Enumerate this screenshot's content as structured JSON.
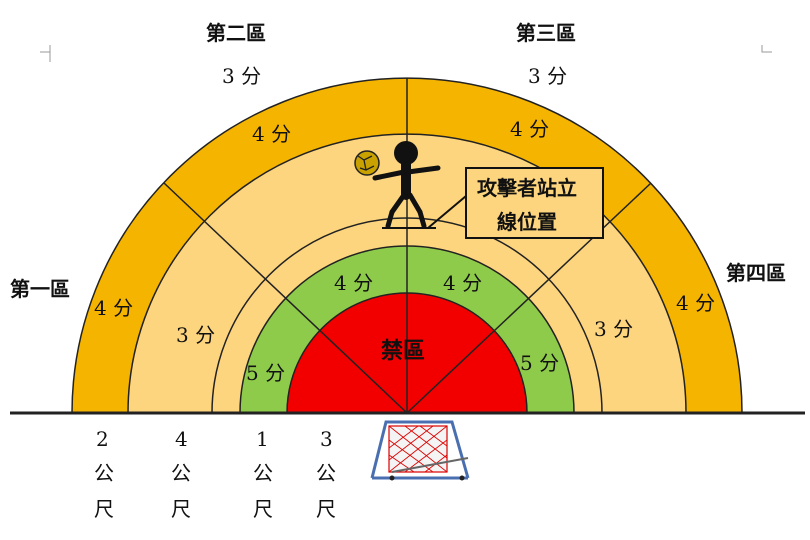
{
  "zones": {
    "zone1": "第一區",
    "zone2": "第二區",
    "zone3": "第三區",
    "zone4": "第四區",
    "forbidden": "禁區"
  },
  "scores": {
    "outer_left_top": "3 分",
    "outer_right_top": "3 分",
    "ring_4_left_top": "4 分",
    "ring_4_right_top": "4 分",
    "ring_4_left_side": "4 分",
    "ring_4_right_side": "4 分",
    "mid_3_left": "3 分",
    "mid_3_right": "3 分",
    "green_4_left": "4 分",
    "green_4_right": "4 分",
    "green_5_left": "5 分",
    "green_5_right": "5 分"
  },
  "attacker_label": {
    "line1": "攻擊者站立",
    "line2": "線位置"
  },
  "distances": [
    {
      "num": "2",
      "unit1": "公",
      "unit2": "尺"
    },
    {
      "num": "4",
      "unit1": "公",
      "unit2": "尺"
    },
    {
      "num": "1",
      "unit1": "公",
      "unit2": "尺"
    },
    {
      "num": "3",
      "unit1": "公",
      "unit2": "尺"
    }
  ],
  "colors": {
    "outer_ring": "#F5B400",
    "mid_ring": "#FDD57E",
    "green_ring": "#8FCB4A",
    "forbidden_zone": "#F20000",
    "ball": "#C9A200"
  }
}
